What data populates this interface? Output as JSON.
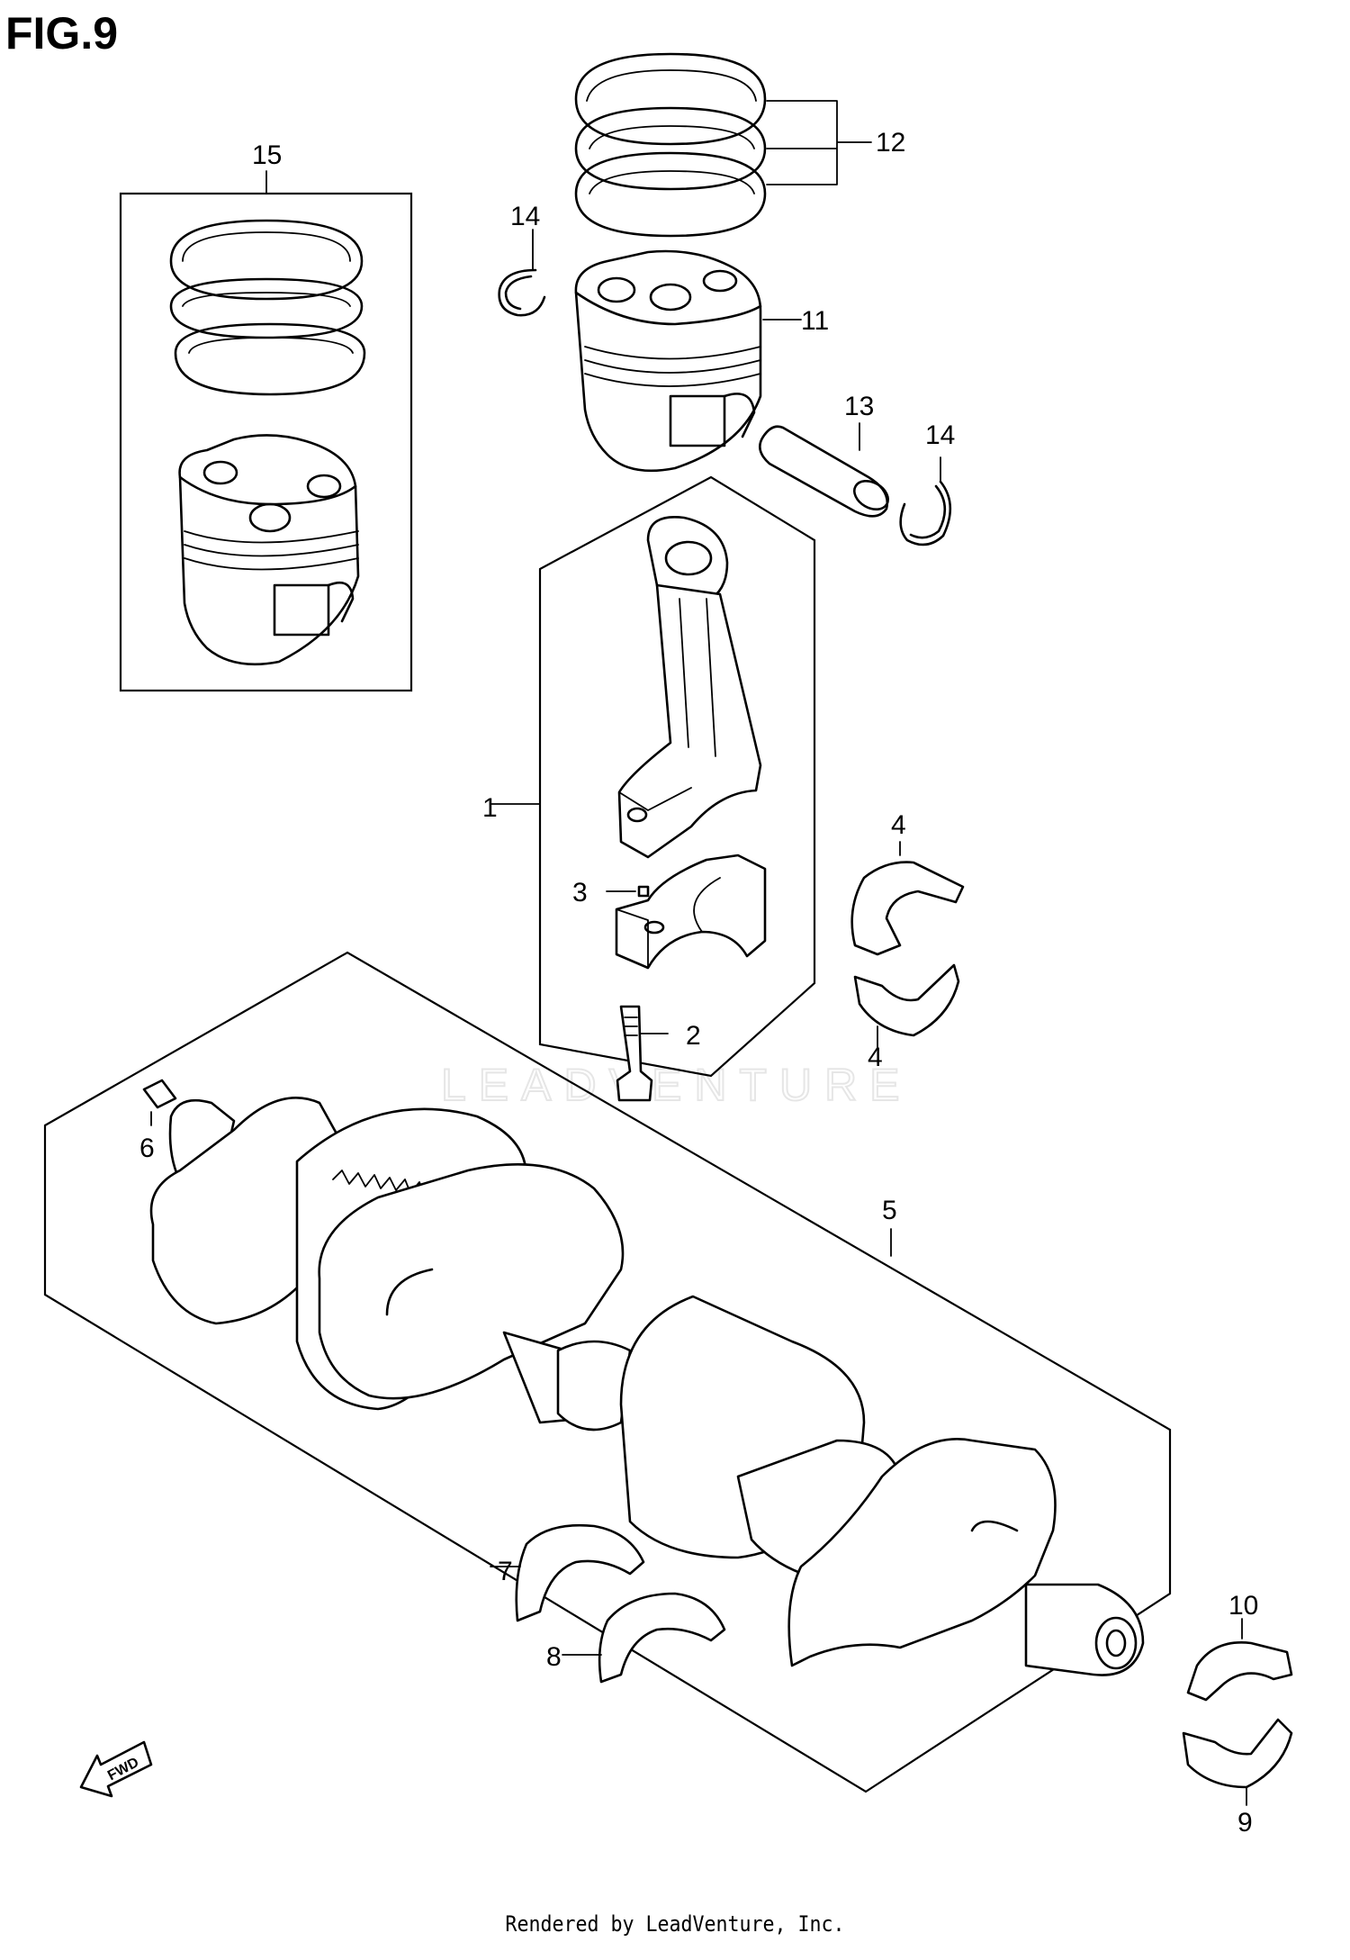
{
  "figure": {
    "title": "FIG.9",
    "footer": "Rendered by LeadVenture, Inc.",
    "watermark": "LEADVENTURE"
  },
  "callouts": {
    "c1": "1",
    "c2": "2",
    "c3": "3",
    "c4a": "4",
    "c4b": "4",
    "c5": "5",
    "c6": "6",
    "c7": "7",
    "c8": "8",
    "c9": "9",
    "c10": "10",
    "c11": "11",
    "c12": "12",
    "c13": "13",
    "c14a": "14",
    "c14b": "14",
    "c15": "15"
  },
  "fwd_arrow": {
    "label": "FWD"
  },
  "parts": [
    {
      "ref": "1",
      "name": "connecting-rod-assembly"
    },
    {
      "ref": "2",
      "name": "connecting-rod-bolt"
    },
    {
      "ref": "3",
      "name": "pin"
    },
    {
      "ref": "4",
      "name": "connecting-rod-bearing"
    },
    {
      "ref": "5",
      "name": "crankshaft"
    },
    {
      "ref": "6",
      "name": "dowel-pin"
    },
    {
      "ref": "7",
      "name": "thrust-bearing"
    },
    {
      "ref": "8",
      "name": "thrust-bearing"
    },
    {
      "ref": "9",
      "name": "crankshaft-journal-bearing"
    },
    {
      "ref": "10",
      "name": "crankshaft-journal-bearing"
    },
    {
      "ref": "11",
      "name": "piston"
    },
    {
      "ref": "12",
      "name": "piston-ring-set"
    },
    {
      "ref": "13",
      "name": "piston-pin"
    },
    {
      "ref": "14",
      "name": "piston-pin-circlip"
    },
    {
      "ref": "15",
      "name": "piston-ring-assembly"
    }
  ]
}
